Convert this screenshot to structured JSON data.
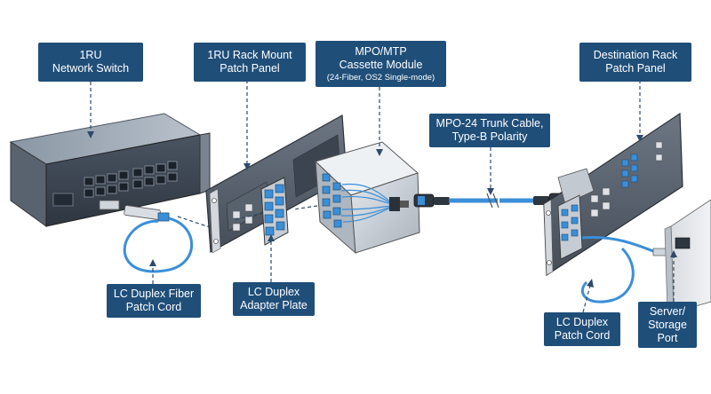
{
  "labels": {
    "network_switch": "1RU\nNetwork Switch",
    "rack_patch_panel": "1RU Rack Mount\nPatch Panel",
    "cassette_module": "MPO/MTP\nCassette Module",
    "cassette_module_sub": "(24-Fiber, OS2 Single-mode)",
    "destination_panel": "Destination Rack\nPatch Panel",
    "trunk_cable": "MPO-24 Trunk Cable,\nType-B Polarity",
    "lc_fiber_cord": "LC Duplex Fiber\nPatch Cord",
    "lc_adapter_plate": "LC Duplex\nAdapter Plate",
    "lc_patch_cord": "LC Duplex\nPatch Cord",
    "server_port": "Server/\nStorage\nPort"
  },
  "colors": {
    "label_bg": "#1f4e79",
    "label_text": "#ffffff",
    "metal_dark": "#3a4450",
    "metal_light": "#c9cfd6",
    "fiber_blue": "#3a8fd8",
    "leader_line": "#2d4a6b"
  }
}
